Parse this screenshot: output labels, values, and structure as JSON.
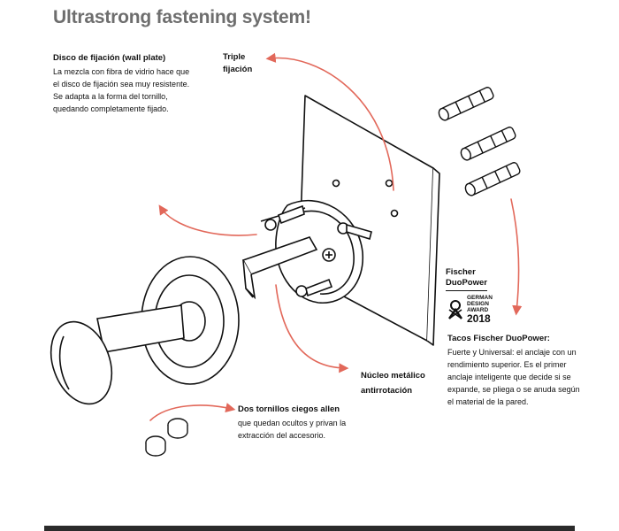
{
  "title": "Ultrastrong fastening system!",
  "wall_plate": {
    "heading": "Disco de fijación (wall plate)",
    "lines": [
      "La mezcla con fibra de vidrio hace que",
      "el disco de fijación sea muy resistente.",
      "Se adapta a la forma del tornillo,",
      "quedando completamente fijado."
    ]
  },
  "triple": {
    "lines": [
      "Triple",
      "fijación"
    ]
  },
  "brand": {
    "lines": [
      "Fischer",
      "DuoPower"
    ]
  },
  "award": {
    "lines": [
      "GERMAN",
      "DESIGN",
      "AWARD"
    ],
    "year": "2018"
  },
  "dowels": {
    "heading": "Tacos Fischer DuoPower:",
    "lines": [
      "Fuerte y Universal: el anclaje con un",
      "rendimiento superior. Es el primer",
      "anclaje inteligente que decide si se",
      "expande, se pliega o se anuda según",
      "el material de la pared."
    ]
  },
  "core": {
    "lines": [
      "Núcleo metálico",
      "antirrotación"
    ]
  },
  "screws": {
    "heading": "Dos tornillos ciegos allen",
    "lines": [
      "que quedan ocultos y privan la",
      "extracción del accesorio."
    ]
  },
  "colors": {
    "arrow": "#e2685a",
    "title": "#6e6e6e",
    "bar": "#2b2b2b"
  }
}
